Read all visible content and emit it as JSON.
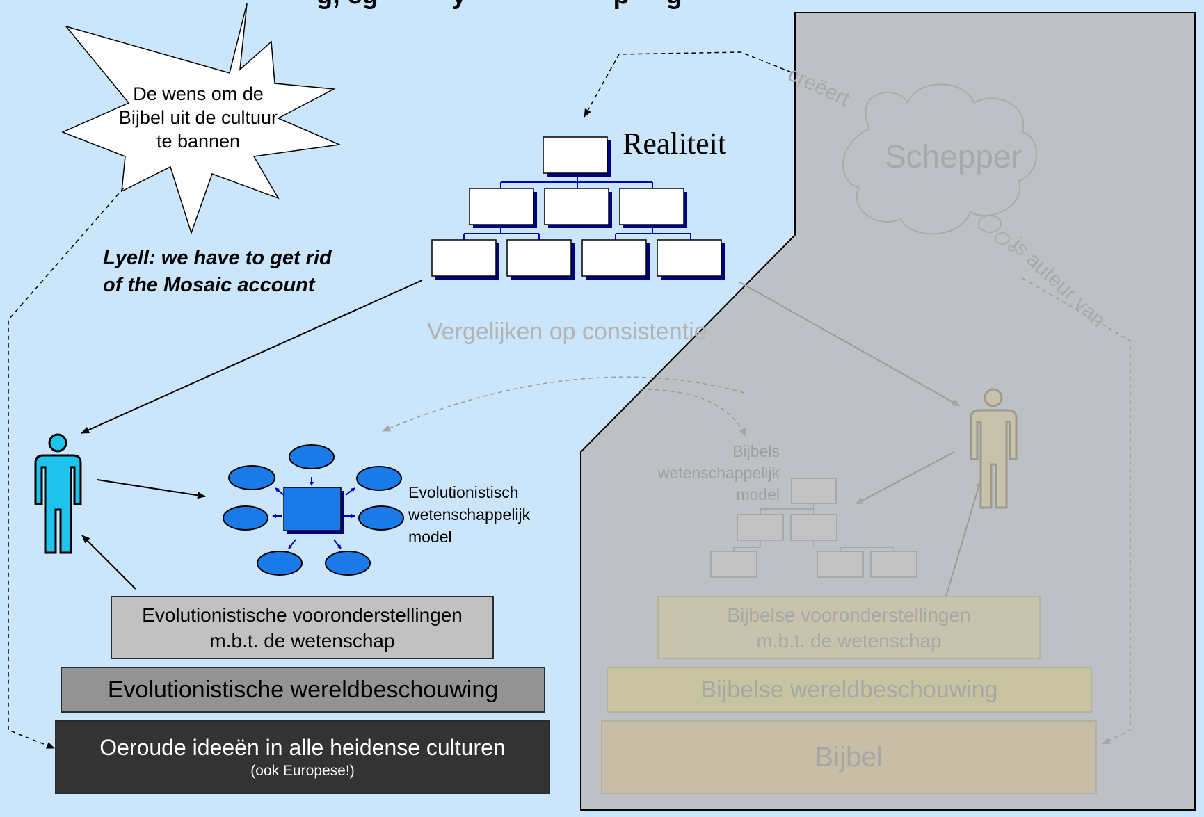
{
  "colors": {
    "background": "#cbe6fb",
    "overlay_panel": "#bcc0c3",
    "human_left": "#1ec2ea",
    "model_blue": "#1a7ae8",
    "dark_box": "#333333"
  },
  "title_partial": "g, eg          y                    p     g",
  "starburst": {
    "line1": "De wens om de",
    "line2": "Bijbel uit de cultuur",
    "line3": "te bannen"
  },
  "quote": {
    "line1": "Lyell: we have to get rid",
    "line2": "of the Mosaic account"
  },
  "reality_label": "Realiteit",
  "compare_label": "Vergelijken op consistentie",
  "creator_cloud": "Schepper",
  "creates_label": "creëert",
  "author_label": "is auteur van",
  "evo_model": {
    "line1": "Evolutionistisch",
    "line2": "wetenschappelijk",
    "line3": "model"
  },
  "bible_model": {
    "line1": "Bijbels",
    "line2": "wetenschappelijk",
    "line3": "model"
  },
  "left_stack": {
    "presuppositions_line1": "Evolutionistische vooronderstellingen",
    "presuppositions_line2": "m.b.t. de wetenschap",
    "worldview": "Evolutionistische wereldbeschouwing",
    "ideas_line1": "Oeroude ideeën in alle heidense culturen",
    "ideas_line2": "(ook Europese!)"
  },
  "right_stack": {
    "presuppositions_line1": "Bijbelse vooronderstellingen",
    "presuppositions_line2": "m.b.t. de wetenschap",
    "worldview": "Bijbelse wereldbeschouwing",
    "bible": "Bijbel"
  }
}
